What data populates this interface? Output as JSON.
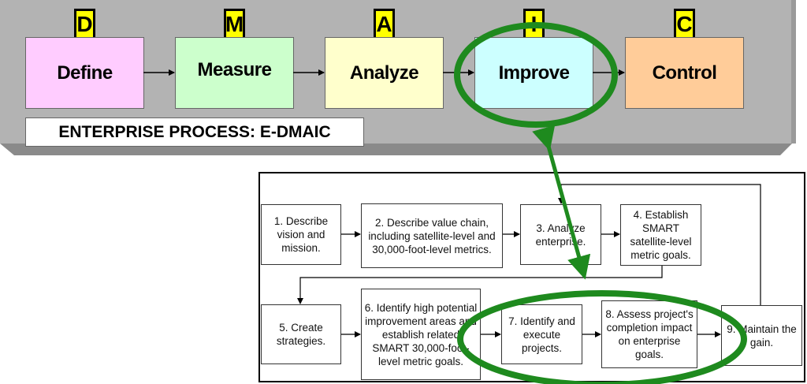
{
  "header": {
    "phases": [
      {
        "letter": "D",
        "label": "Define",
        "color": "#ffccff"
      },
      {
        "letter": "M",
        "label": "Measure",
        "color": "#ccffcc"
      },
      {
        "letter": "A",
        "label": "Analyze",
        "color": "#ffffcc"
      },
      {
        "letter": "I",
        "label": "Improve",
        "color": "#ccffff"
      },
      {
        "letter": "C",
        "label": "Control",
        "color": "#ffcc99"
      }
    ],
    "title": "ENTERPRISE PROCESS: E-DMAIC"
  },
  "steps": [
    "1. Describe vision and mission.",
    "2. Describe value chain, including satellite-level and 30,000-foot-level metrics.",
    "3. Analyze enterprise.",
    "4. Establish SMART satellite-level metric goals.",
    "5. Create strategies.",
    "6. Identify high potential improvement areas and establish related SMART 30,000-foot-level metric goals.",
    "7. Identify and execute projects.",
    "8. Assess project's completion impact on enterprise goals.",
    "9. Maintain the gain."
  ],
  "colors": {
    "highlight": "#1e8a1e",
    "tag": "#ffff00",
    "panel": "#b3b3b3"
  }
}
